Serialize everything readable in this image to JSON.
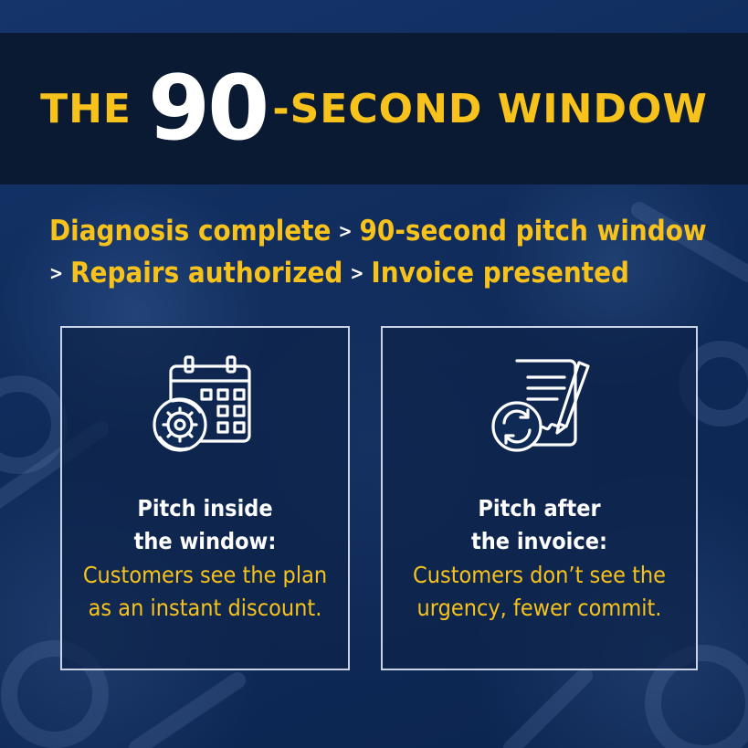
{
  "title": {
    "prefix": "THE",
    "number": "90",
    "suffix": "-SECOND WINDOW"
  },
  "flow": {
    "steps": [
      "Diagnosis complete",
      "90-second pitch window",
      "Repairs authorized",
      "Invoice presented"
    ],
    "separator": ">"
  },
  "cards": [
    {
      "icon": "calendar-gear-icon",
      "heading_lines": [
        "Pitch inside",
        "the window:"
      ],
      "body_lines": [
        "Customers see the plan",
        "as an instant discount."
      ]
    },
    {
      "icon": "contract-renewal-icon",
      "heading_lines": [
        "Pitch after",
        "the invoice:"
      ],
      "body_lines": [
        "Customers don’t see the",
        "urgency, fewer commit."
      ]
    }
  ],
  "colors": {
    "accent": "#f7c21b",
    "banner": "#0b1a33",
    "background": "#0f2a55",
    "text": "#ffffff"
  }
}
